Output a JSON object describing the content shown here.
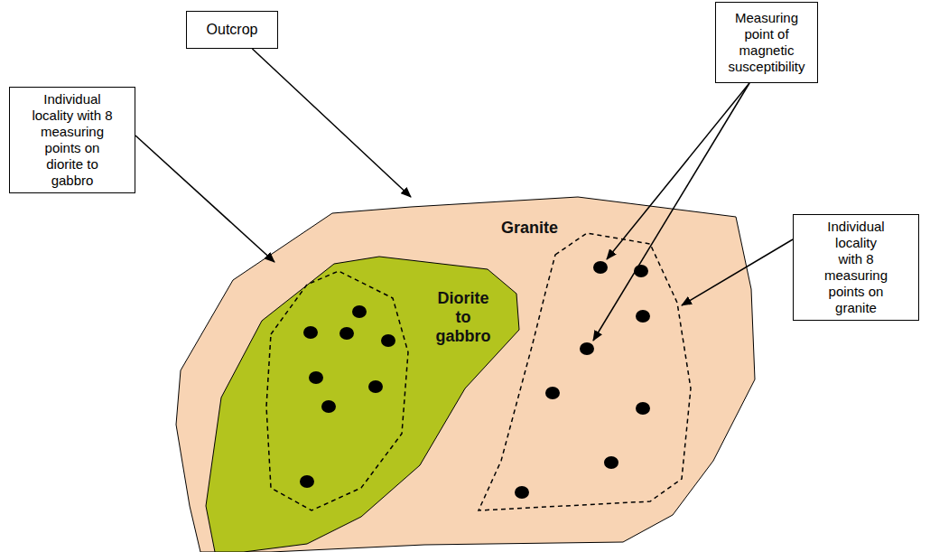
{
  "diagram": {
    "nodes": [
      {
        "text": [
          "Outcrop"
        ]
      },
      {
        "text": [
          "Measuring point of magnetic susceptibility"
        ]
      },
      {
        "text": [
          "Individual locality with 8 measuring points on diorite to gabbro"
        ]
      },
      {
        "text": [
          "Granite"
        ]
      },
      {
        "text": [
          "Diorite to gabbro"
        ],
        "in": 3
      },
      {
        "text": [
          "Individual locality with 8 measuring points on granite"
        ]
      }
    ],
    "edges": [
      {
        "from": 0,
        "to": 3,
        "arrow": "to"
      }
    ]
  }
}
